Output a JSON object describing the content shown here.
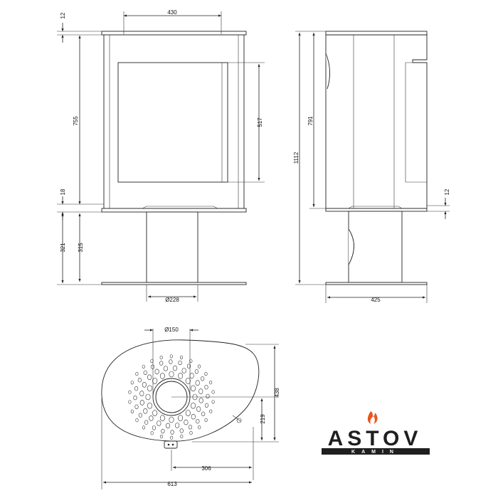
{
  "dimensions": {
    "front_top_width": "430",
    "front_top_plate": "12",
    "front_body_height": "755",
    "front_door_height": "517",
    "front_lower_gap": "18",
    "front_pedestal_total": "321",
    "front_pedestal_height": "315",
    "front_pedestal_diameter": "Ø228",
    "side_total_height": "1112",
    "side_body_height": "791",
    "side_lower_gap": "12",
    "side_base_width": "425",
    "top_flue_diameter": "Ø150",
    "top_depth": "438",
    "top_flue_offset_y": "219",
    "top_flue_offset_x": "306",
    "top_width": "613"
  },
  "brand": {
    "name": "ASTOV",
    "subtitle": "KAMIN",
    "flame_color": "#e8541e"
  }
}
